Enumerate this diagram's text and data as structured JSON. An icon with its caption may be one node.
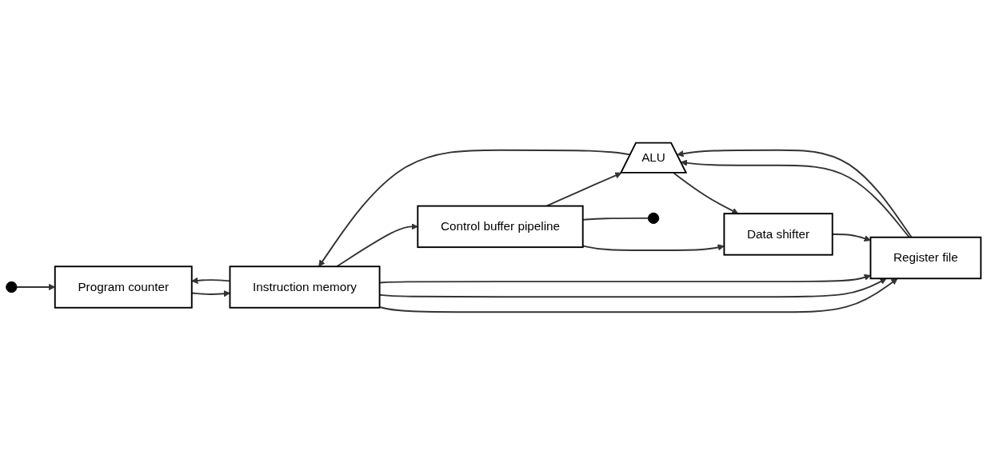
{
  "diagram": {
    "nodes": [
      {
        "text": [
          "Program counter"
        ]
      },
      {
        "text": [
          "Instruction memory"
        ]
      },
      {
        "text": [
          "Register file"
        ]
      },
      {
        "text": [
          "ALU"
        ]
      },
      {
        "text": [
          "Data shifter"
        ]
      },
      {
        "text": [
          "Control buffer pipeline"
        ]
      }
    ],
    "edges": [
      {
        "from": null,
        "to": 0,
        "arrow": "to"
      },
      {
        "from": 1,
        "to": 0,
        "arrow": "to"
      },
      {
        "from": 0,
        "to": 1,
        "arrow": "to"
      },
      {
        "from": 1,
        "to": 5,
        "arrow": "to"
      },
      {
        "from": 1,
        "to": 2,
        "arrow": "to"
      },
      {
        "from": 1,
        "to": 2,
        "arrow": "to"
      },
      {
        "from": 1,
        "to": 2,
        "arrow": "to"
      },
      {
        "from": 2,
        "to": 3,
        "arrow": "to"
      },
      {
        "from": 2,
        "to": 3,
        "arrow": "to"
      },
      {
        "from": 5,
        "to": 3,
        "arrow": "to"
      },
      {
        "from": 5,
        "to": 4,
        "arrow": "to"
      },
      {
        "from": 3,
        "to": 4,
        "arrow": "to"
      },
      {
        "from": 3,
        "to": 1,
        "arrow": "to"
      },
      {
        "from": 4,
        "to": 2,
        "arrow": "to"
      },
      {
        "from": 5,
        "to": null,
        "arrow": "none"
      }
    ]
  }
}
